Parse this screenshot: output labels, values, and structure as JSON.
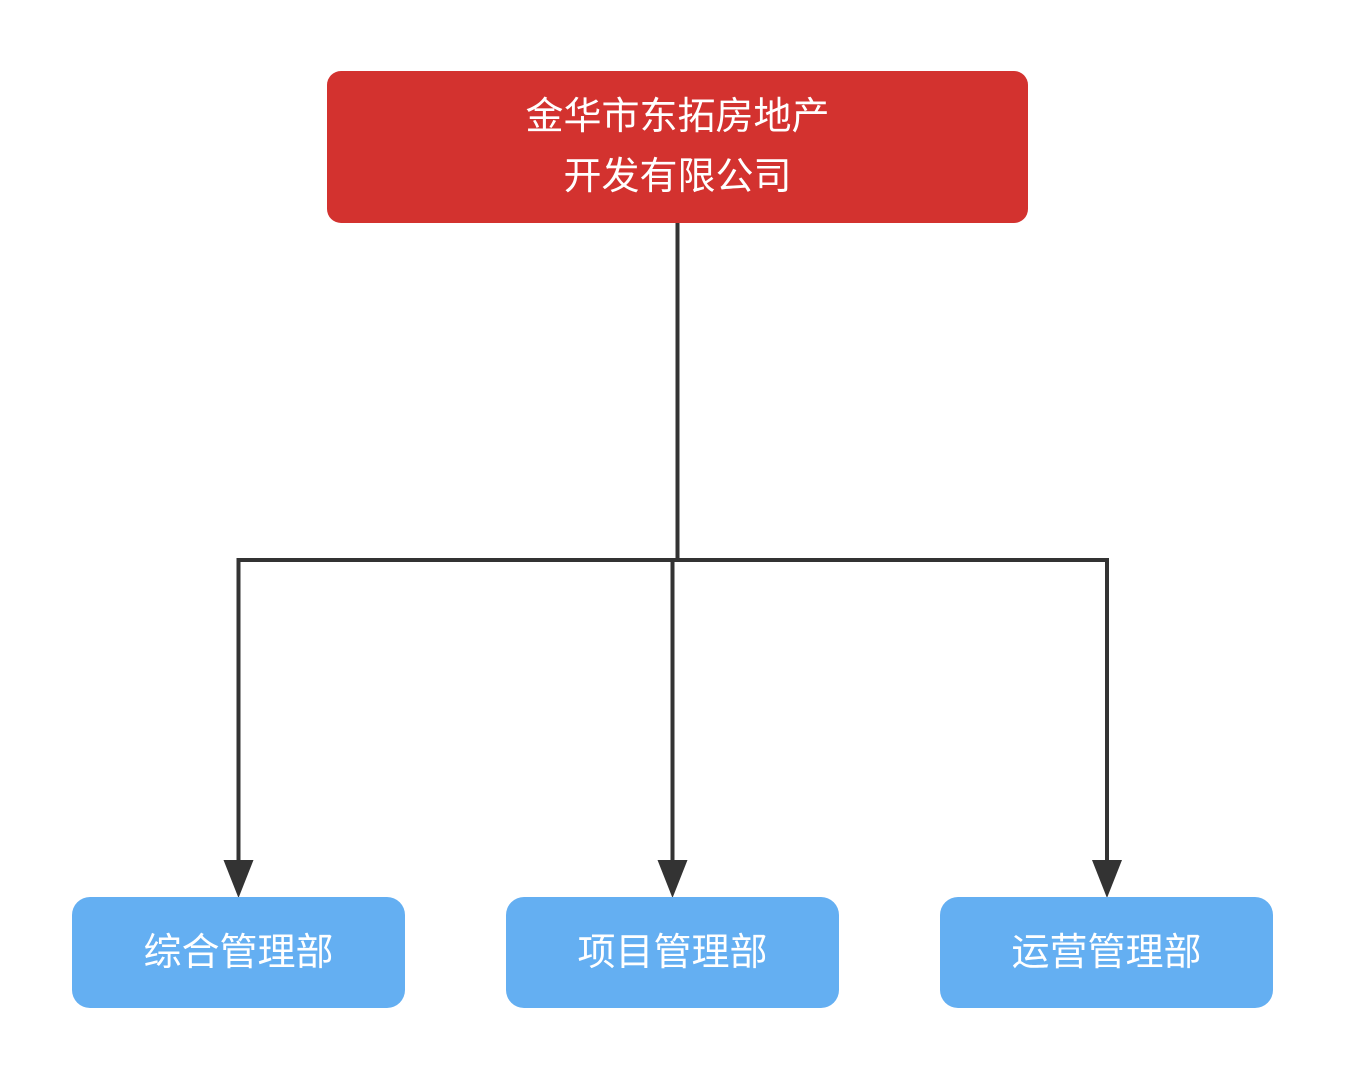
{
  "diagram": {
    "type": "org-chart",
    "root": {
      "label_line1": "金华市东拓房地产",
      "label_line2": "开发有限公司",
      "fill": "#d3322f",
      "text_color": "#ffffff"
    },
    "departments": [
      {
        "id": "dept-1",
        "label": "综合管理部",
        "fill": "#64aff2",
        "text_color": "#ffffff"
      },
      {
        "id": "dept-2",
        "label": "项目管理部",
        "fill": "#64aff2",
        "text_color": "#ffffff"
      },
      {
        "id": "dept-3",
        "label": "运营管理部",
        "fill": "#64aff2",
        "text_color": "#ffffff"
      }
    ],
    "edges": [
      {
        "from": "root",
        "to": "dept-1",
        "arrow": "down"
      },
      {
        "from": "root",
        "to": "dept-2",
        "arrow": "down"
      },
      {
        "from": "root",
        "to": "dept-3",
        "arrow": "down"
      }
    ],
    "connector_color": "#333333"
  }
}
